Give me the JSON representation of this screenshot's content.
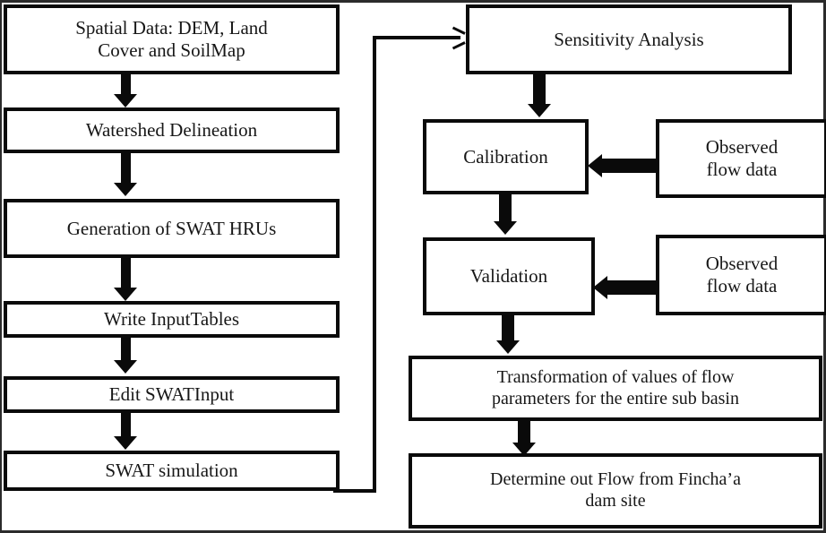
{
  "diagram": {
    "title": "SWAT hydrological modelling methodology flowchart",
    "type": "flowchart",
    "colors": {
      "line": "#0a0a0a",
      "box_fill": "#ffffff",
      "text": "#171717",
      "frame": "#2b2b2b"
    },
    "nodes": [
      {
        "id": "spatial_data",
        "label": "Spatial Data: DEM, Land\nCover and SoilMap"
      },
      {
        "id": "watershed",
        "label": "Watershed Delineation"
      },
      {
        "id": "hrus",
        "label": "Generation of SWAT HRUs"
      },
      {
        "id": "write_tables",
        "label": "Write InputTables"
      },
      {
        "id": "edit_input",
        "label": "Edit SWATInput"
      },
      {
        "id": "swat_simulation",
        "label": "SWAT simulation"
      },
      {
        "id": "sensitivity",
        "label": "Sensitivity Analysis"
      },
      {
        "id": "calibration",
        "label": "Calibration"
      },
      {
        "id": "observed_cal",
        "label": "Observed\nflow data"
      },
      {
        "id": "validation",
        "label": "Validation"
      },
      {
        "id": "observed_val",
        "label": "Observed\nflow data"
      },
      {
        "id": "transformation",
        "label": "Transformation of values of flow\nparameters for the entire sub basin"
      },
      {
        "id": "determine",
        "label": "Determine out Flow from Fincha’a\ndam site"
      }
    ],
    "edges": [
      {
        "from": "spatial_data",
        "to": "watershed",
        "style": "thick-arrow-down"
      },
      {
        "from": "watershed",
        "to": "hrus",
        "style": "thick-arrow-down"
      },
      {
        "from": "hrus",
        "to": "write_tables",
        "style": "thick-arrow-down"
      },
      {
        "from": "write_tables",
        "to": "edit_input",
        "style": "thick-arrow-down"
      },
      {
        "from": "edit_input",
        "to": "swat_simulation",
        "style": "thick-arrow-down"
      },
      {
        "from": "swat_simulation",
        "to": "sensitivity",
        "style": "thin-feedback-loop"
      },
      {
        "from": "sensitivity",
        "to": "calibration",
        "style": "thick-arrow-down"
      },
      {
        "from": "observed_cal",
        "to": "calibration",
        "style": "thick-arrow-left"
      },
      {
        "from": "calibration",
        "to": "validation",
        "style": "thick-arrow-down"
      },
      {
        "from": "observed_val",
        "to": "validation",
        "style": "thick-arrow-left"
      },
      {
        "from": "validation",
        "to": "transformation",
        "style": "thick-arrow-down"
      },
      {
        "from": "transformation",
        "to": "determine",
        "style": "thick-arrow-down"
      }
    ]
  }
}
